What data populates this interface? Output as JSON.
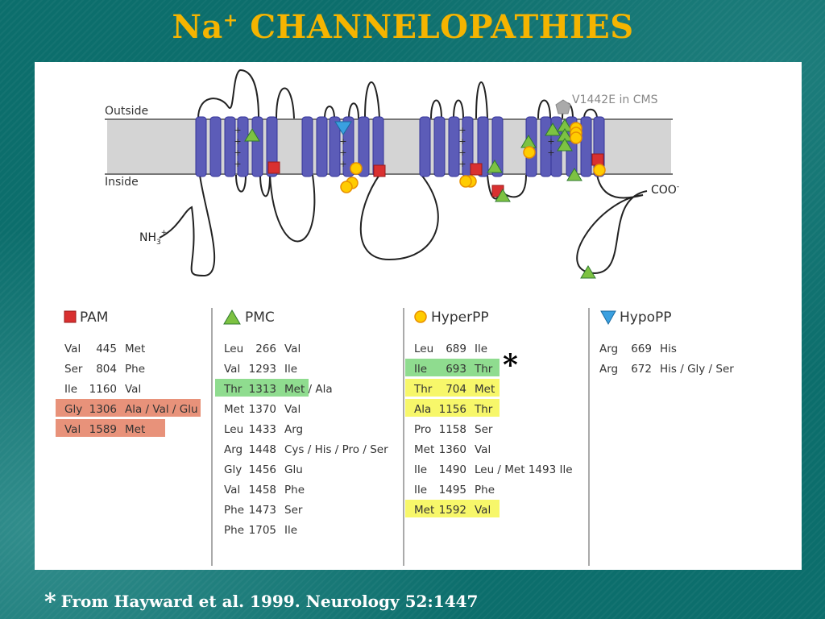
{
  "title": {
    "prefix": "Na",
    "superscript": "+",
    "main": "CHANNELOPATHIES"
  },
  "diagram": {
    "outside_label": "Outside",
    "inside_label": "Inside",
    "nh3_label": "NH",
    "nh3_sub": "3",
    "nh3_sup": "+",
    "coo_label": "COO",
    "coo_sup": "-",
    "cms_label": "V1442E in CMS"
  },
  "colors": {
    "membrane": "#d4d4d4",
    "helix": "#5c5cb8",
    "pam": "#d93030",
    "pmc": "#7dc242",
    "hyperpp": "#ffcc00",
    "hypopp": "#3aa0e0",
    "highlight_red": "#e8927a",
    "highlight_green": "#8fdc8f",
    "highlight_yellow": "#f7f76a",
    "title": "#f5b400"
  },
  "legend": {
    "pam": {
      "name": "PAM",
      "rows": [
        {
          "from": "Val",
          "pos": "445",
          "to": "Met"
        },
        {
          "from": "Ser",
          "pos": "804",
          "to": "Phe"
        },
        {
          "from": "Ile",
          "pos": "1160",
          "to": "Val"
        },
        {
          "from": "Gly",
          "pos": "1306",
          "to": "Ala / Val / Glu"
        },
        {
          "from": "Val",
          "pos": "1589",
          "to": "Met"
        }
      ]
    },
    "pmc": {
      "name": "PMC",
      "rows": [
        {
          "from": "Leu",
          "pos": "266",
          "to": "Val"
        },
        {
          "from": "Val",
          "pos": "1293",
          "to": "Ile"
        },
        {
          "from": "Thr",
          "pos": "1313",
          "to": "Met",
          "extra": " / Ala"
        },
        {
          "from": "Met",
          "pos": "1370",
          "to": "Val"
        },
        {
          "from": "Leu",
          "pos": "1433",
          "to": "Arg"
        },
        {
          "from": "Arg",
          "pos": "1448",
          "to": "Cys / His / Pro / Ser"
        },
        {
          "from": "Gly",
          "pos": "1456",
          "to": "Glu"
        },
        {
          "from": "Val",
          "pos": "1458",
          "to": "Phe"
        },
        {
          "from": "Phe",
          "pos": "1473",
          "to": "Ser"
        },
        {
          "from": "Phe",
          "pos": "1705",
          "to": "Ile"
        }
      ]
    },
    "hyperpp": {
      "name": "HyperPP",
      "rows": [
        {
          "from": "Leu",
          "pos": "689",
          "to": "Ile"
        },
        {
          "from": "Ile",
          "pos": "693",
          "to": "Thr"
        },
        {
          "from": "Thr",
          "pos": "704",
          "to": "Met"
        },
        {
          "from": "Ala",
          "pos": "1156",
          "to": "Thr"
        },
        {
          "from": "Pro",
          "pos": "1158",
          "to": "Ser"
        },
        {
          "from": "Met",
          "pos": "1360",
          "to": "Val"
        },
        {
          "from": "Ile",
          "pos": "1490",
          "to": "Leu / Met 1493 Ile"
        },
        {
          "from": "Ile",
          "pos": "1495",
          "to": "Phe"
        },
        {
          "from": "Met",
          "pos": "1592",
          "to": "Val"
        }
      ]
    },
    "hypopp": {
      "name": "HypoPP",
      "rows": [
        {
          "from": "Arg",
          "pos": "669",
          "to": "His"
        },
        {
          "from": "Arg",
          "pos": "672",
          "to": "His / Gly / Ser"
        }
      ]
    }
  },
  "asterisk": "*",
  "footnote": {
    "star": "*",
    "text": "From Hayward et al. 1999. Neurology 52:1447"
  }
}
